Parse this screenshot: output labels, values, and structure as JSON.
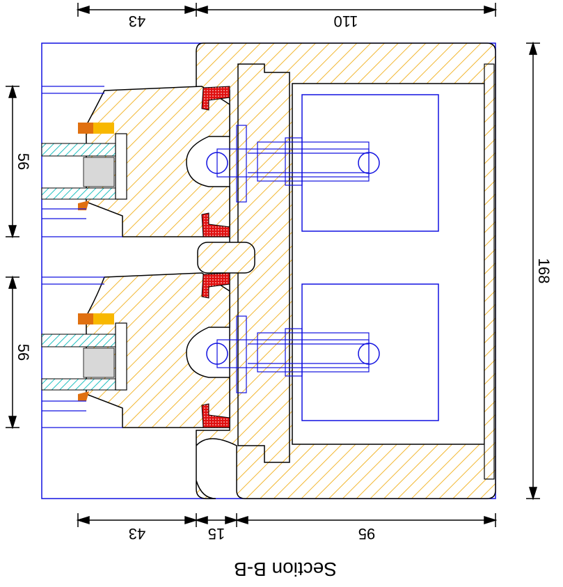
{
  "title": "Section B-B",
  "dimensions": {
    "top_left": "43",
    "top_right": "110",
    "bottom_left": "43",
    "bottom_mid": "15",
    "bottom_right": "95",
    "right_height": "168",
    "left_upper": "56",
    "left_lower": "56"
  },
  "colors": {
    "outline": "#000000",
    "hatch": "#f2b731",
    "blue": "#1010e0",
    "seal": "#e01010",
    "glass": "#20c0c0",
    "orange": "#e07010",
    "yellow": "#f8b800"
  }
}
